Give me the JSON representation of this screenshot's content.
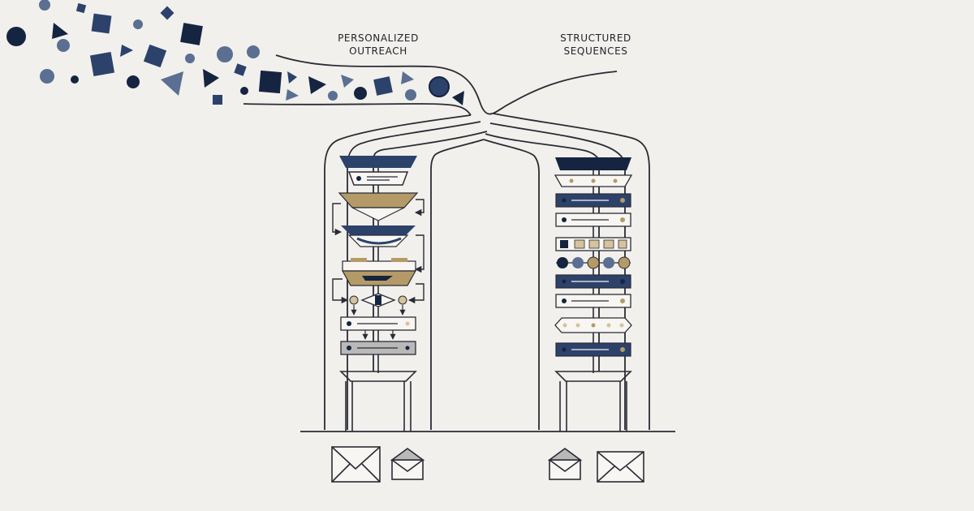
{
  "labels": {
    "left": [
      "PERSONALIZED",
      "OUTREACH"
    ],
    "right": [
      "STRUCTURED",
      "SEQUENCES"
    ]
  },
  "colors": {
    "background": "#f1f0ec",
    "line": "#2b2b35",
    "navy": "#2c426b",
    "dark_navy": "#152440",
    "slate": "#5a6f91",
    "gold": "#b49a66",
    "light_gold": "#d4c39c",
    "gray": "#b9b9b9",
    "white": "#f7f6f2"
  },
  "icons": {
    "left_envelopes": [
      "envelope-closed-icon",
      "envelope-open-icon"
    ],
    "right_envelopes": [
      "envelope-open-icon",
      "envelope-closed-icon"
    ],
    "scatter": [
      "circle-icon",
      "square-icon",
      "triangle-icon"
    ]
  }
}
